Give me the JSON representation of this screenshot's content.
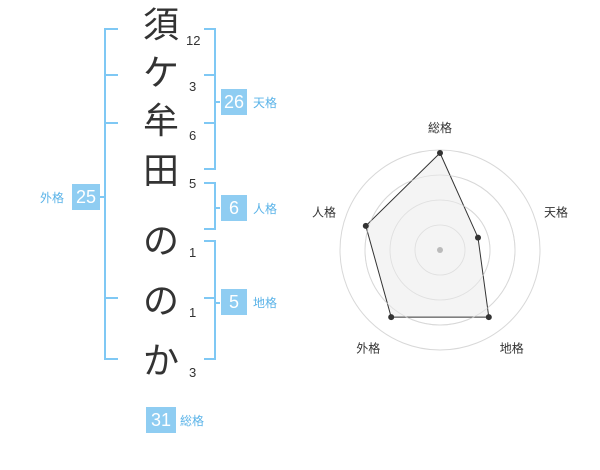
{
  "name": {
    "chars": [
      "須",
      "ケ",
      "牟",
      "田",
      "の",
      "の",
      "か"
    ],
    "strokes": [
      "12",
      "3",
      "6",
      "5",
      "1",
      "1",
      "3"
    ]
  },
  "kaku": {
    "tenkaku": {
      "value": "26",
      "label": "天格"
    },
    "jinkaku": {
      "value": "6",
      "label": "人格"
    },
    "chikaku": {
      "value": "5",
      "label": "地格"
    },
    "gaikaku": {
      "value": "25",
      "label": "外格"
    },
    "soukaku": {
      "value": "31",
      "label": "総格"
    }
  },
  "chart_data": {
    "type": "radar",
    "axes": [
      "総格",
      "天格",
      "地格",
      "外格",
      "人格"
    ],
    "values": [
      0.97,
      0.4,
      0.83,
      0.83,
      0.78
    ],
    "max": 1,
    "rings": 4,
    "colors": {
      "fill": "#f2f2f2",
      "line": "#333333",
      "ring": "#d8d8d8",
      "center": "#bbbbbb"
    }
  }
}
